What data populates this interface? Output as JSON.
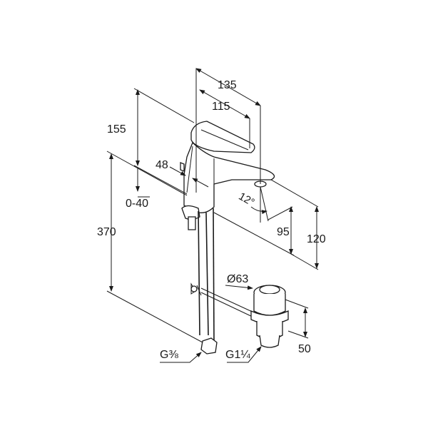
{
  "labels": {
    "width_total": "135",
    "width_spout": "115",
    "height_lever": "155",
    "spout_offset": "48",
    "range_0_40": "0-40",
    "angle": "12°",
    "total_height": "370",
    "spout_height": "95",
    "overall_height": "120",
    "drain_diameter": "Ø63",
    "drain_height": "50",
    "thread_hose": "G⅜",
    "thread_drain": "G1¼"
  }
}
